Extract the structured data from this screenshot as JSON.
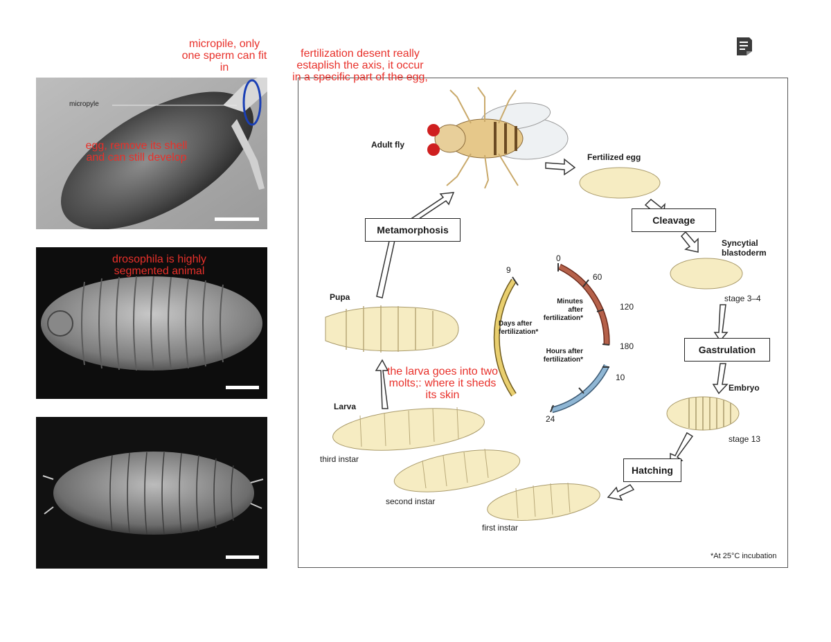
{
  "notes": {
    "micropile": "micropile, only one sperm can fit in",
    "fertilization": "fertilization desent really estaplish the axis, it occur in a specific part of the egg,",
    "egg": "egg, remove its shell and can still develop",
    "drosophila": "drosophila is highly segmented animal",
    "larva": "the larva goes into two molts;: where it sheds its skin"
  },
  "micrographs": {
    "micropyle_label": "micropyle"
  },
  "lifecycle": {
    "adult_fly": "Adult fly",
    "fertilized_egg": "Fertilized egg",
    "cleavage": "Cleavage",
    "syncytial": "Syncytial blastoderm",
    "stage_3_4": "stage 3–4",
    "gastrulation": "Gastrulation",
    "embryo": "Embryo",
    "stage_13": "stage 13",
    "hatching": "Hatching",
    "first_instar": "first instar",
    "second_instar": "second instar",
    "third_instar": "third instar",
    "larva": "Larva",
    "pupa": "Pupa",
    "metamorphosis": "Metamorphosis",
    "footnote": "*At 25°C incubation"
  },
  "timeline": {
    "days_label": "Days after fertilization*",
    "minutes_label": "Minutes after fertilization*",
    "hours_label": "Hours after fertilization*",
    "days_tick": "9",
    "minute_ticks": [
      "0",
      "60",
      "120",
      "180"
    ],
    "hour_ticks": [
      "10",
      "24"
    ]
  },
  "colors": {
    "annotation": "#e8302a",
    "minutes_arc": "#b5614a",
    "hours_arc": "#8fb6d4",
    "days_arc": "#e9cf6f",
    "embryo_fill": "#f6ecc2"
  },
  "icons": {
    "note": "document-note-icon"
  }
}
